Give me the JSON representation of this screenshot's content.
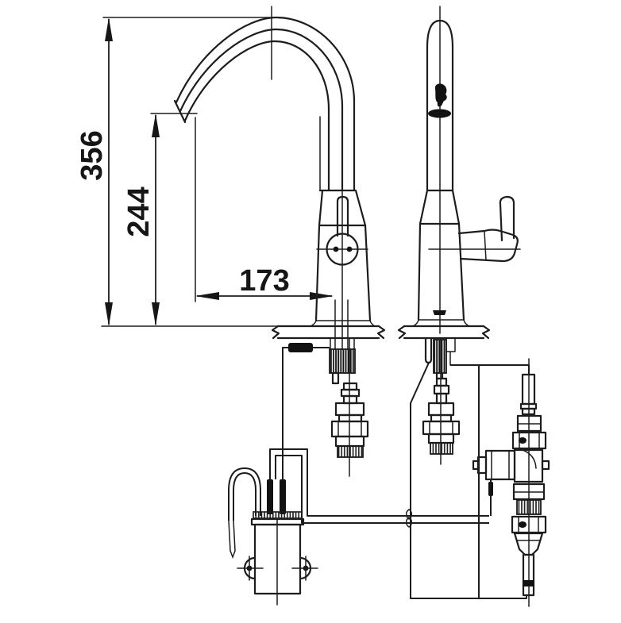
{
  "drawing": {
    "title": "faucet-installation-dimension-drawing",
    "dimensions": {
      "overall_height": "356",
      "spout_outlet_height": "244",
      "spout_reach": "173"
    },
    "colors": {
      "line": "#1d1d1d",
      "background": "#ffffff",
      "solid_fill": "#121212"
    },
    "icons": [
      {
        "name": "water-drop-sensor-icon"
      },
      {
        "name": "sensor-window-band"
      },
      {
        "name": "sensor-eye-dots"
      }
    ]
  }
}
